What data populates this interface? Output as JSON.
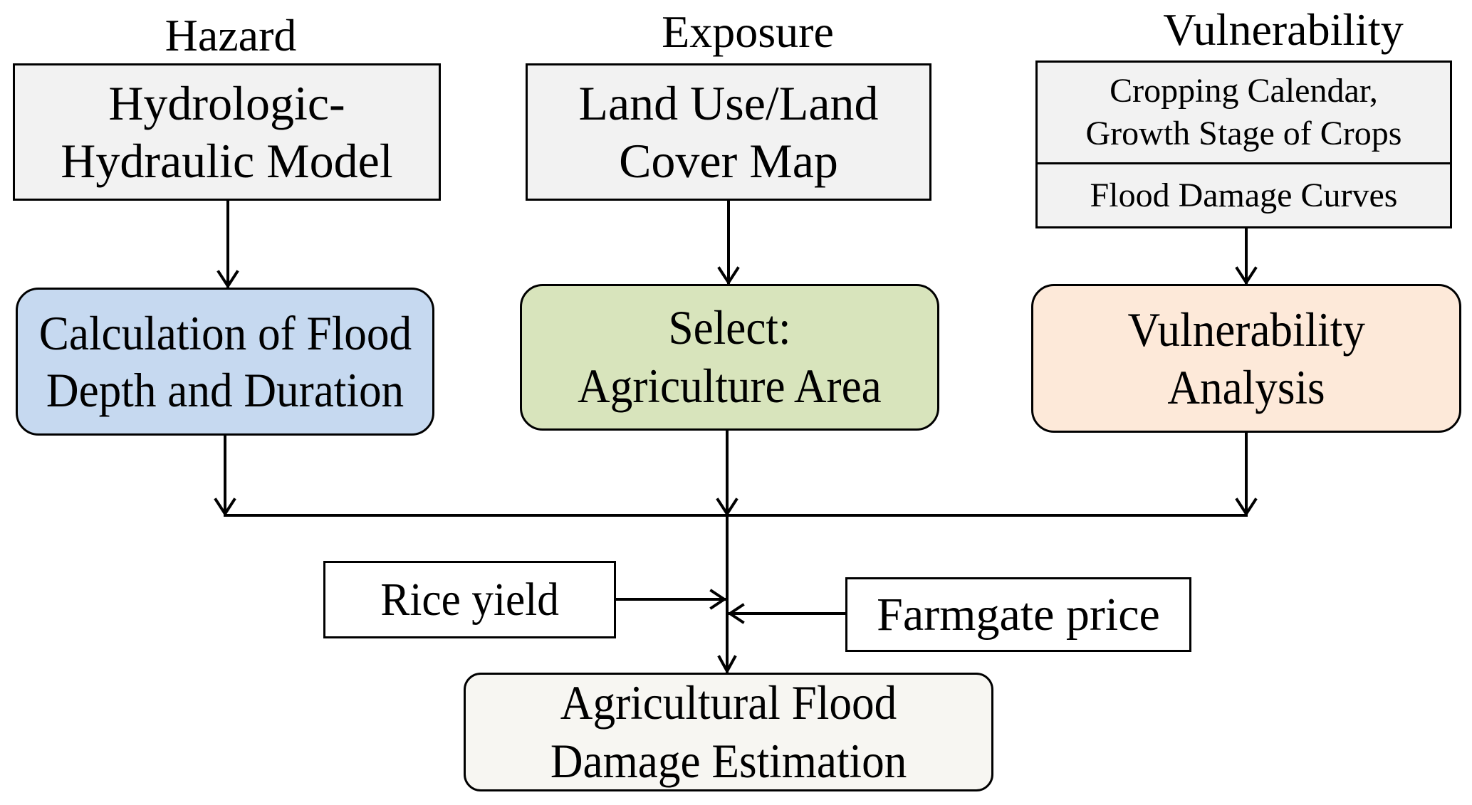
{
  "sections": {
    "hazard": "Hazard",
    "exposure": "Exposure",
    "vulnerability": "Vulnerability"
  },
  "inputs": {
    "hazard_model": [
      "Hydrologic-",
      "Hydraulic Model"
    ],
    "land_cover": [
      "Land Use/Land",
      "Cover Map"
    ],
    "cropping_calendar": [
      "Cropping Calendar,",
      "Growth Stage of Crops"
    ],
    "damage_curves": "Flood Damage Curves"
  },
  "processes": {
    "flood_calc": [
      "Calculation of Flood",
      "Depth and Duration"
    ],
    "select_agri": [
      "Select:",
      "Agriculture Area"
    ],
    "vuln_analysis": [
      "Vulnerability",
      "Analysis"
    ]
  },
  "side_inputs": {
    "rice_yield": "Rice yield",
    "farmgate_price": "Farmgate price"
  },
  "output": [
    "Agricultural Flood",
    "Damage Estimation"
  ],
  "colors": {
    "input_fill": "#F2F2F2",
    "hazard_fill": "#C6D9F0",
    "exposure_fill": "#D8E4BC",
    "vulnerability_fill": "#FDE9D9",
    "output_fill": "#F7F6F2",
    "line": "#000000"
  }
}
